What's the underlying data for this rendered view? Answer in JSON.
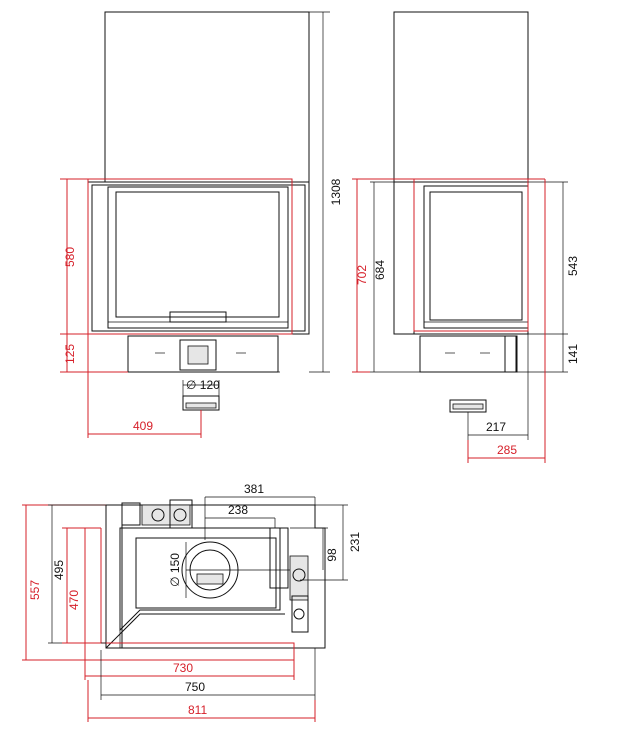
{
  "colors": {
    "dimension_red": "#d6202a",
    "line_black": "#111111"
  },
  "front_view": {
    "height_total": "1308",
    "height_door": "580",
    "height_base": "125",
    "flue_diameter": "120",
    "flue_offset": "409"
  },
  "side_view": {
    "height_702": "702",
    "height_684": "684",
    "height_543": "543",
    "height_141": "141",
    "offset_217": "217",
    "offset_285": "285"
  },
  "plan_view": {
    "dim_381": "381",
    "dim_238": "238",
    "dim_231": "231",
    "dim_98": "98",
    "dim_150": "150",
    "dim_557": "557",
    "dim_495": "495",
    "dim_470": "470",
    "dim_730": "730",
    "dim_750": "750",
    "dim_811": "811"
  }
}
